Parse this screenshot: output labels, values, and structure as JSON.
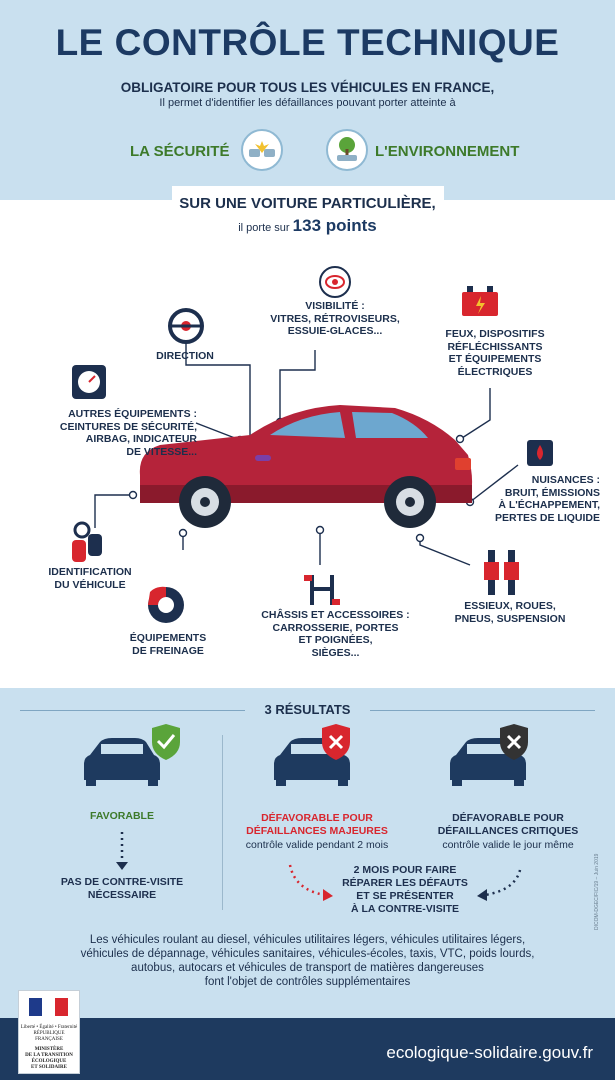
{
  "header": {
    "title": "LE CONTRÔLE TECHNIQUE",
    "subtitle": "OBLIGATOIRE POUR TOUS LES VÉHICULES EN FRANCE,",
    "subtext": "Il permet d'identifier les défaillances pouvant porter atteinte à",
    "safety_label": "LA SÉCURITÉ",
    "environment_label": "L'ENVIRONNEMENT"
  },
  "points": {
    "title": "SUR UNE VOITURE PARTICULIÈRE,",
    "prefix": "il porte sur",
    "count": "133 points"
  },
  "labels": {
    "visibilite": [
      "VISIBILITÉ :",
      "VITRES, RÉTROVISEURS,",
      "ESSUIE-GLACES..."
    ],
    "direction": [
      "DIRECTION"
    ],
    "feux": [
      "FEUX, DISPOSITIFS",
      "RÉFLÉCHISSANTS",
      "ET ÉQUIPEMENTS",
      "ÉLECTRIQUES"
    ],
    "autres": [
      "AUTRES ÉQUIPEMENTS :",
      "CEINTURES DE SÉCURITÉ,",
      "AIRBAG, INDICATEUR",
      "DE VITESSE..."
    ],
    "nuisances": [
      "NUISANCES :",
      "BRUIT, ÉMISSIONS",
      "À L'ÉCHAPPEMENT,",
      "PERTES DE LIQUIDE"
    ],
    "identification": [
      "IDENTIFICATION",
      "DU VÉHICULE"
    ],
    "freinage": [
      "ÉQUIPEMENTS",
      "DE FREINAGE"
    ],
    "chassis": [
      "CHÂSSIS ET ACCESSOIRES :",
      "CARROSSERIE, PORTES",
      "ET POIGNÉES,",
      "SIÈGES..."
    ],
    "essieux": [
      "ESSIEUX, ROUES,",
      "PNEUS, SUSPENSION"
    ]
  },
  "results": {
    "title": "3 RÉSULTATS",
    "favorable": "FAVORABLE",
    "favorable_note": [
      "PAS DE CONTRE-VISITE",
      "NÉCESSAIRE"
    ],
    "majeures": [
      "DÉFAVORABLE POUR",
      "DÉFAILLANCES MAJEURES"
    ],
    "majeures_note": "contrôle valide pendant 2 mois",
    "critiques": [
      "DÉFAVORABLE POUR",
      "DÉFAILLANCES CRITIQUES"
    ],
    "critiques_note": "contrôle valide le jour même",
    "contre_visite": [
      "2 MOIS POUR FAIRE",
      "RÉPARER LES DÉFAUTS",
      "ET SE PRÉSENTER",
      "À LA CONTRE-VISITE"
    ]
  },
  "footnote": [
    "Les véhicules roulant au diesel, véhicules utilitaires légers, véhicules utilitaires légers,",
    "véhicules de dépannage, véhicules sanitaires, véhicules-écoles, taxis, VTC, poids lourds,",
    "autobus, autocars et véhicules de transport de matières dangereuses",
    "font l'objet de contrôles supplémentaires"
  ],
  "logo": {
    "motto": "Liberté • Égalité • Fraternité",
    "republic": "RÉPUBLIQUE FRANÇAISE",
    "ministry": [
      "MINISTÈRE",
      "DE LA TRANSITION",
      "ÉCOLOGIQUE",
      "ET SOLIDAIRE"
    ]
  },
  "credit": "DICOM-DGEC/FIC/19 – Juin 2019",
  "footer_url": "ecologique-solidaire.gouv.fr",
  "colors": {
    "light_blue": "#c9e0ef",
    "navy": "#1e3a5f",
    "green": "#3d7a2a",
    "red": "#d8262e",
    "car_red": "#b5233a"
  }
}
